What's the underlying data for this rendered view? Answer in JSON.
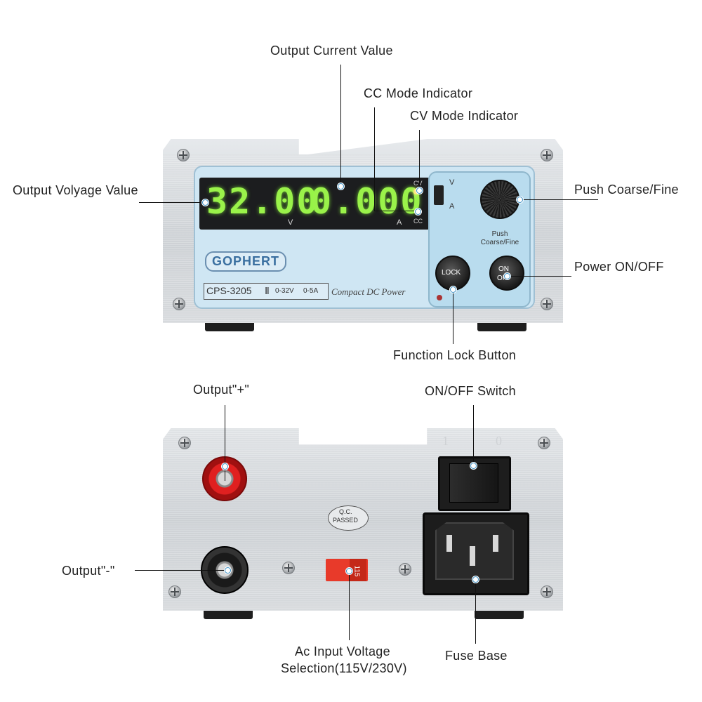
{
  "front": {
    "voltage_display": "32.00",
    "voltage_unit": "V",
    "current_display": "0.000",
    "current_unit": "A",
    "cv_label": "CV",
    "cc_label": "CC",
    "switch_top": "V",
    "switch_bottom": "A",
    "knob_label": "Push Coarse/Fine",
    "lock_label": "LOCK",
    "power_label_on": "ON",
    "power_label_off": "OFF",
    "brand": "GOPHERT",
    "model": "CPS-3205",
    "model_suffix": "Ⅱ",
    "range_v": "0-32V",
    "range_a": "0-5A",
    "subtitle": "Compact DC Power"
  },
  "back": {
    "qc_line1": "Q.C.",
    "qc_line2": "PASSED",
    "selector_value": "115",
    "switch_mark_on": "1",
    "switch_mark_off": "0"
  },
  "callouts": {
    "output_current_value": "Output Current Value",
    "cc_mode_indicator": "CC Mode Indicator",
    "cv_mode_indicator": "CV Mode Indicator",
    "output_voltage_value": "Output Volyage Value",
    "push_coarse_fine": "Push Coarse/Fine",
    "power_on_off": "Power ON/OFF",
    "function_lock_button": "Function Lock Button",
    "output_plus": "Output\"+\"",
    "output_minus": "Output\"-\"",
    "on_off_switch": "ON/OFF Switch",
    "ac_input_line1": "Ac Input Voltage",
    "ac_input_line2": "Selection(115V/230V)",
    "fuse_base": "Fuse Base"
  },
  "colors": {
    "panel_blue": "#cfe6f3",
    "display_green": "#9af24a",
    "plus_terminal": "#e02020",
    "minus_terminal": "#1a1a1a"
  }
}
